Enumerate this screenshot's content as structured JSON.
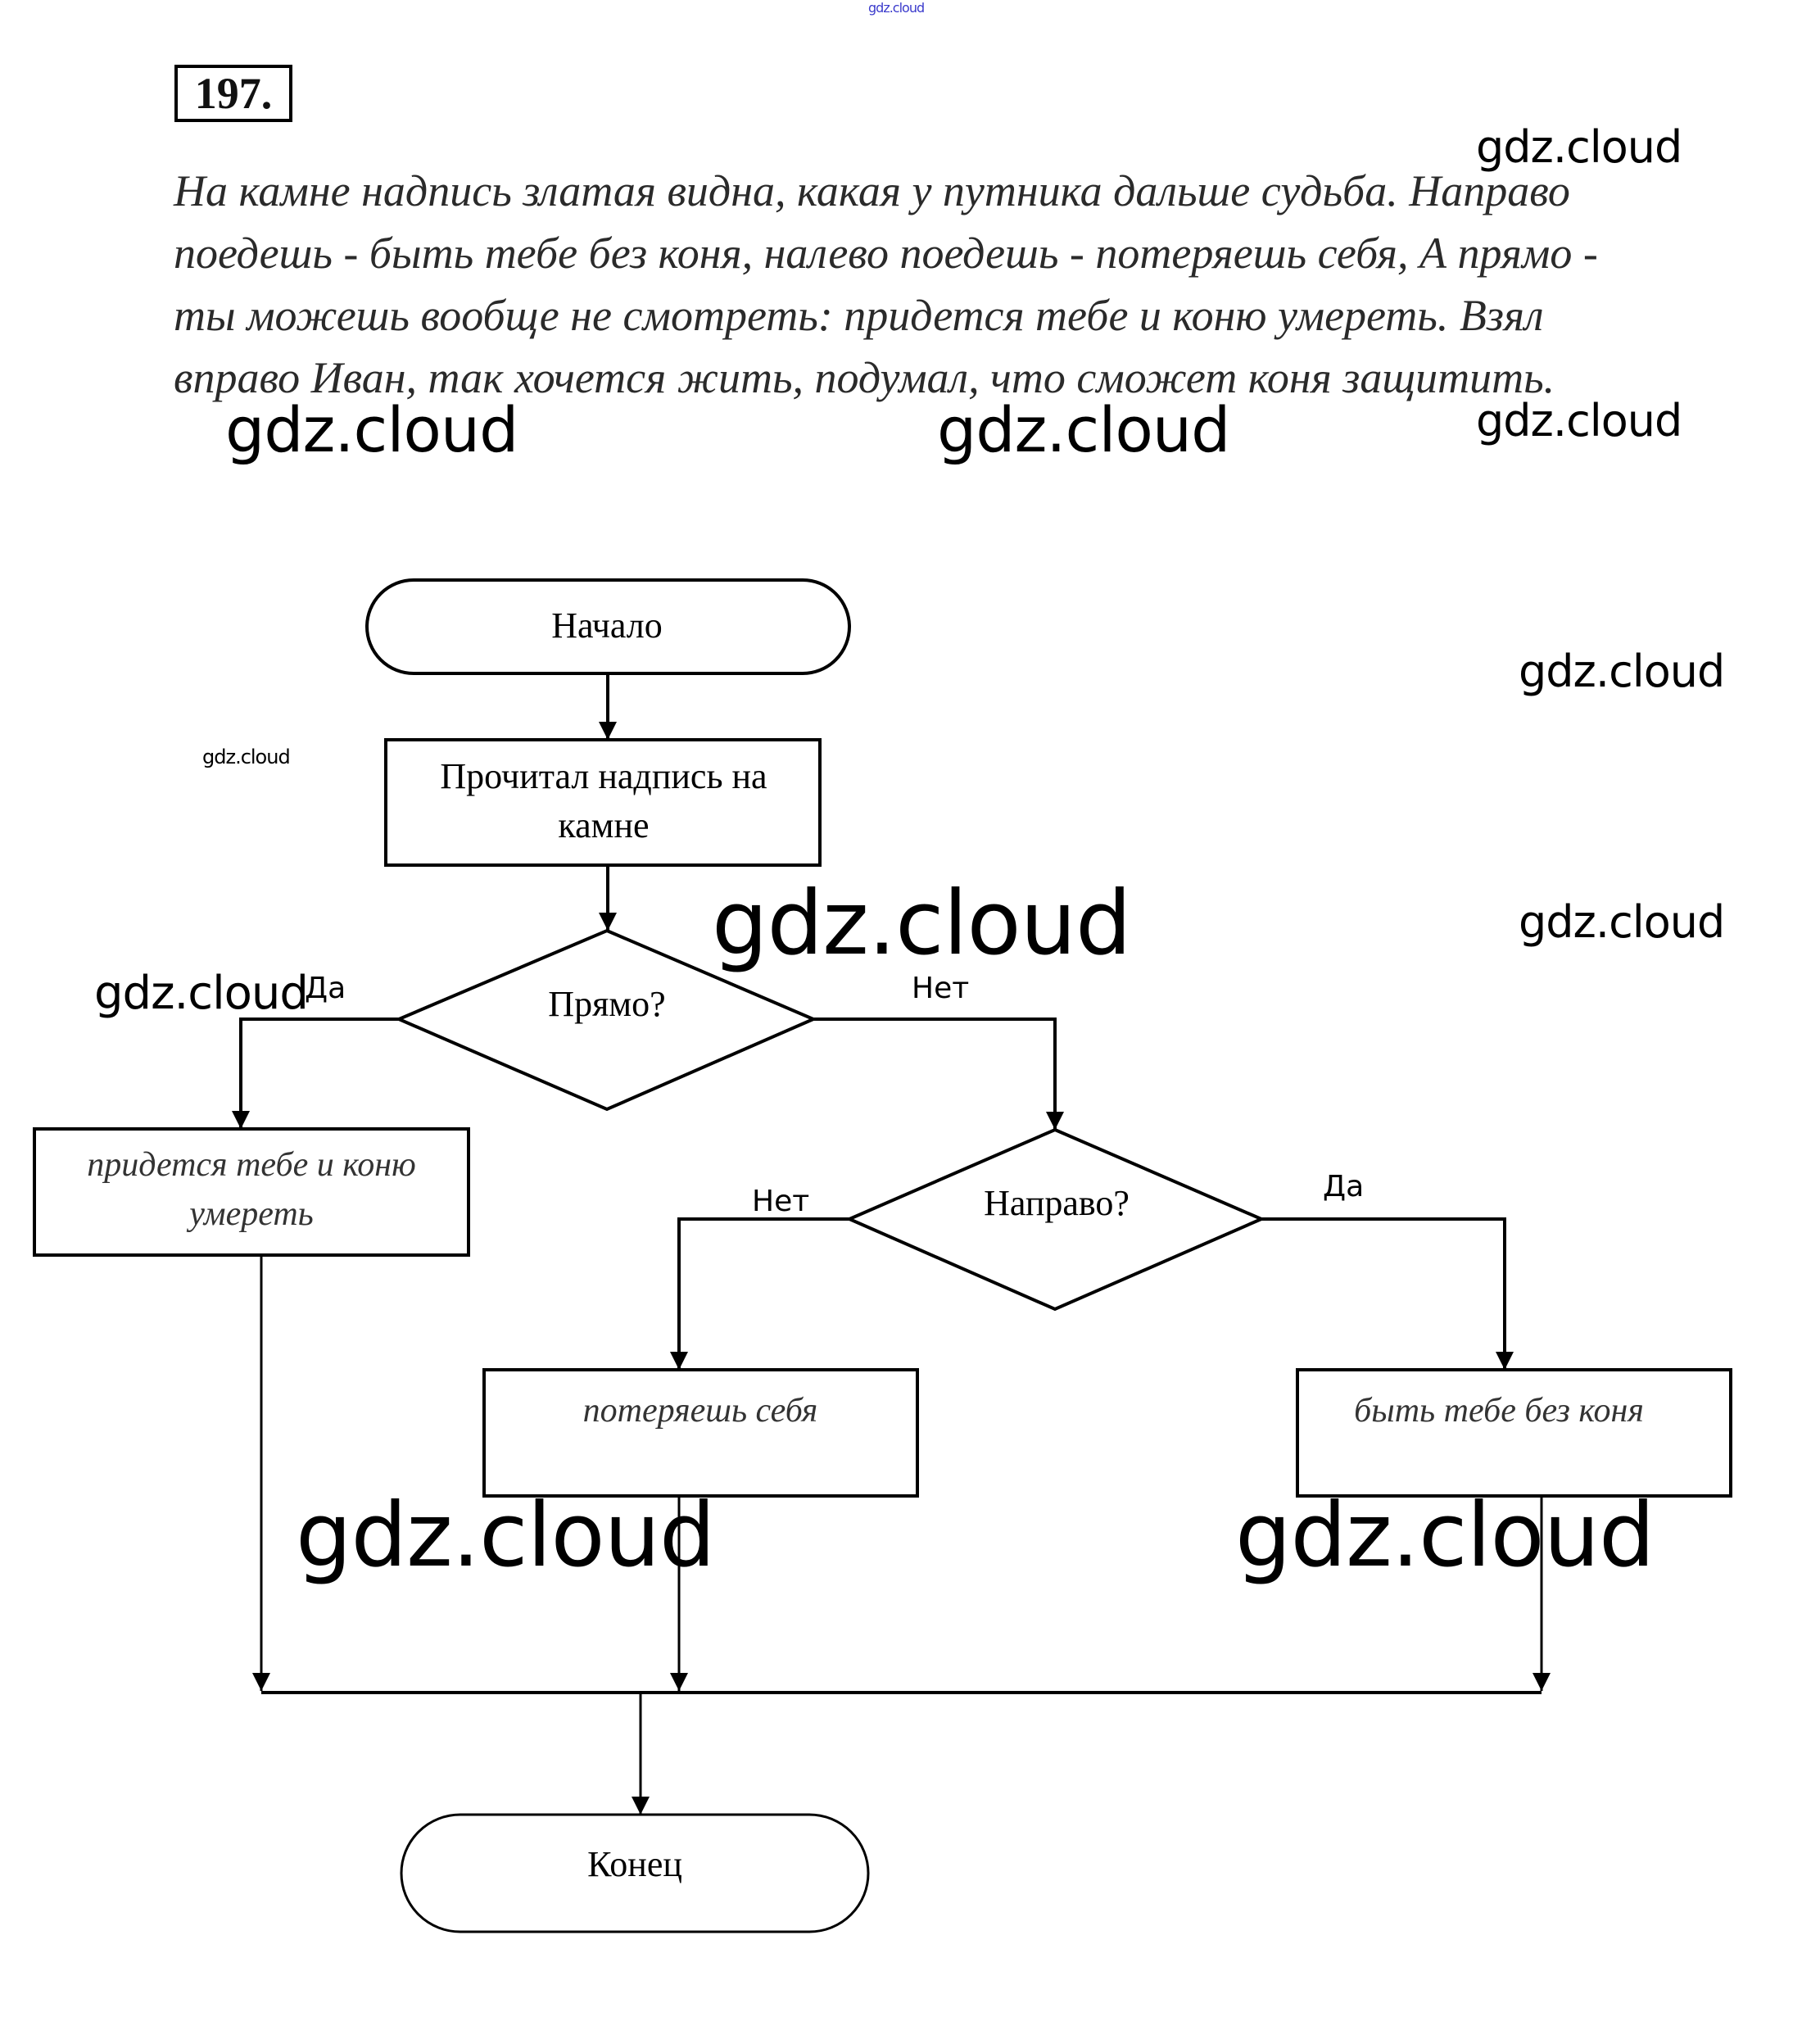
{
  "exercise": {
    "number": "197."
  },
  "paragraph": {
    "lines": [
      "На камне надпись златая видна, какая у путника дальше судьба. Направо",
      "поедешь - быть тебе без коня, налево поедешь - потеряешь себя, А прямо -",
      "ты можешь вообще не смотреть: придется тебе и коню умереть. Взял",
      "вправо Иван, так хочется жить, подумал, что сможет коня защитить."
    ]
  },
  "watermark": {
    "text": "gdz.cloud",
    "color": "#000000",
    "top_color": "#3b3bcc"
  },
  "flowchart": {
    "start": "Начало",
    "read_step": {
      "line1": "Прочитал надпись на",
      "line2": "камне"
    },
    "decision1": {
      "label": "Прямо?",
      "yes": "Да",
      "no": "Нет"
    },
    "straight_result": {
      "line1": "придется тебе и коню",
      "line2": "умереть"
    },
    "decision2": {
      "label": "Направо?",
      "yes": "Да",
      "no": "Нет"
    },
    "left_result": "потеряешь себя",
    "right_result": "быть тебе без коня",
    "end": "Конец"
  }
}
